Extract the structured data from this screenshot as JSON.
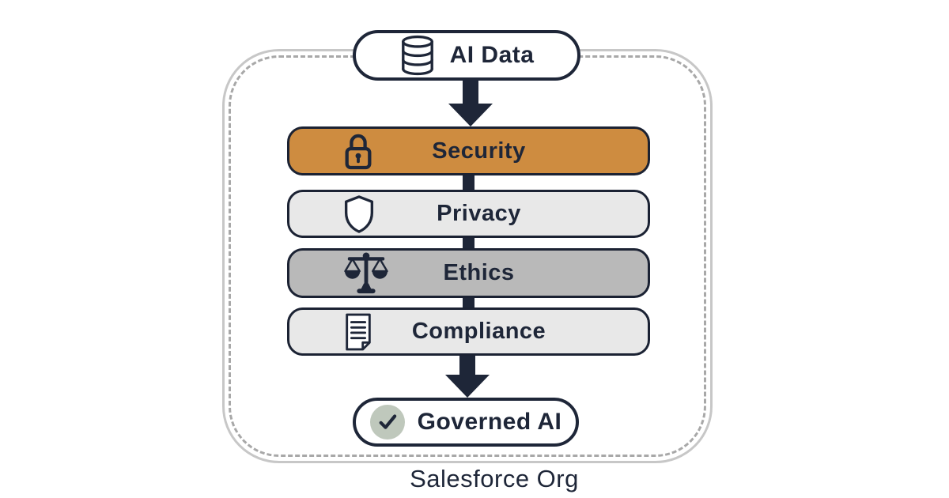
{
  "diagram": {
    "source_node": {
      "label": "AI Data",
      "icon": "database-icon"
    },
    "layers": [
      {
        "id": "security",
        "label": "Security",
        "icon": "lock-icon",
        "bg": "#CE8C40"
      },
      {
        "id": "privacy",
        "label": "Privacy",
        "icon": "shield-icon",
        "bg": "#E8E8E8"
      },
      {
        "id": "ethics",
        "label": "Ethics",
        "icon": "scales-icon",
        "bg": "#B9B9B9"
      },
      {
        "id": "compliance",
        "label": "Compliance",
        "icon": "document-icon",
        "bg": "#E8E8E8"
      }
    ],
    "result_node": {
      "label": "Governed AI",
      "icon": "check-circle-icon"
    },
    "boundary_label": "Salesforce Org",
    "flow": [
      "AI Data",
      "Security",
      "Privacy",
      "Ethics",
      "Compliance",
      "Governed AI"
    ]
  },
  "colors": {
    "navy": "#1E2638",
    "security_bg": "#CE8C40",
    "light_gray_bg": "#E8E8E8",
    "mid_gray_bg": "#B9B9B9",
    "check_circle_bg": "#BFC8BC",
    "boundary_solid": "#C7C7C7",
    "boundary_dashed": "#A8A8A8",
    "background": "#FFFFFF"
  }
}
